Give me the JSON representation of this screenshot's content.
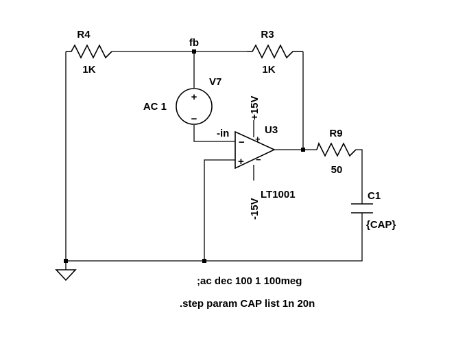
{
  "components": {
    "r4": {
      "ref": "R4",
      "value": "1K"
    },
    "r3": {
      "ref": "R3",
      "value": "1K"
    },
    "r9": {
      "ref": "R9",
      "value": "50"
    },
    "c1": {
      "ref": "C1",
      "value": "{CAP}"
    },
    "v7": {
      "ref": "V7",
      "value": "AC 1",
      "plus": "+",
      "minus": "−"
    },
    "u3": {
      "ref": "U3",
      "model": "LT1001",
      "vpos": "+15V",
      "vneg": "-15V",
      "pin_plus_top": "+",
      "pin_minus_bottom": "−",
      "in_minus": "−",
      "in_plus": "+"
    }
  },
  "nets": {
    "fb": "fb",
    "inv_in": "-in"
  },
  "directives": {
    "ac": ";ac dec 100 1 100meg",
    "step": ".step param CAP list 1n 20n"
  }
}
